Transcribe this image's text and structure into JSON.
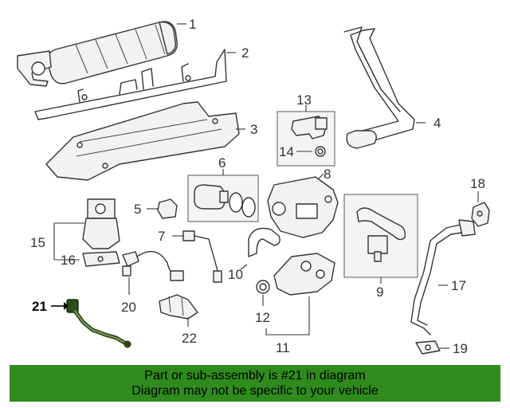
{
  "callouts": {
    "c1": "1",
    "c2": "2",
    "c3": "3",
    "c4": "4",
    "c5": "5",
    "c6": "6",
    "c7": "7",
    "c8": "8",
    "c9": "9",
    "c10": "10",
    "c11": "11",
    "c12": "12",
    "c13": "13",
    "c14": "14",
    "c15": "15",
    "c16": "16",
    "c17": "17",
    "c18": "18",
    "c19": "19",
    "c20": "20",
    "c21": "21",
    "c22": "22"
  },
  "highlight_part": "21",
  "colors": {
    "banner": "#2e8b1c",
    "highlight_part": "#2f4d1a",
    "lines": "#333333"
  },
  "banner": {
    "line1": "Part or sub-assembly is #21 in diagram",
    "line2": "Diagram may not be specific to your vehicle"
  }
}
